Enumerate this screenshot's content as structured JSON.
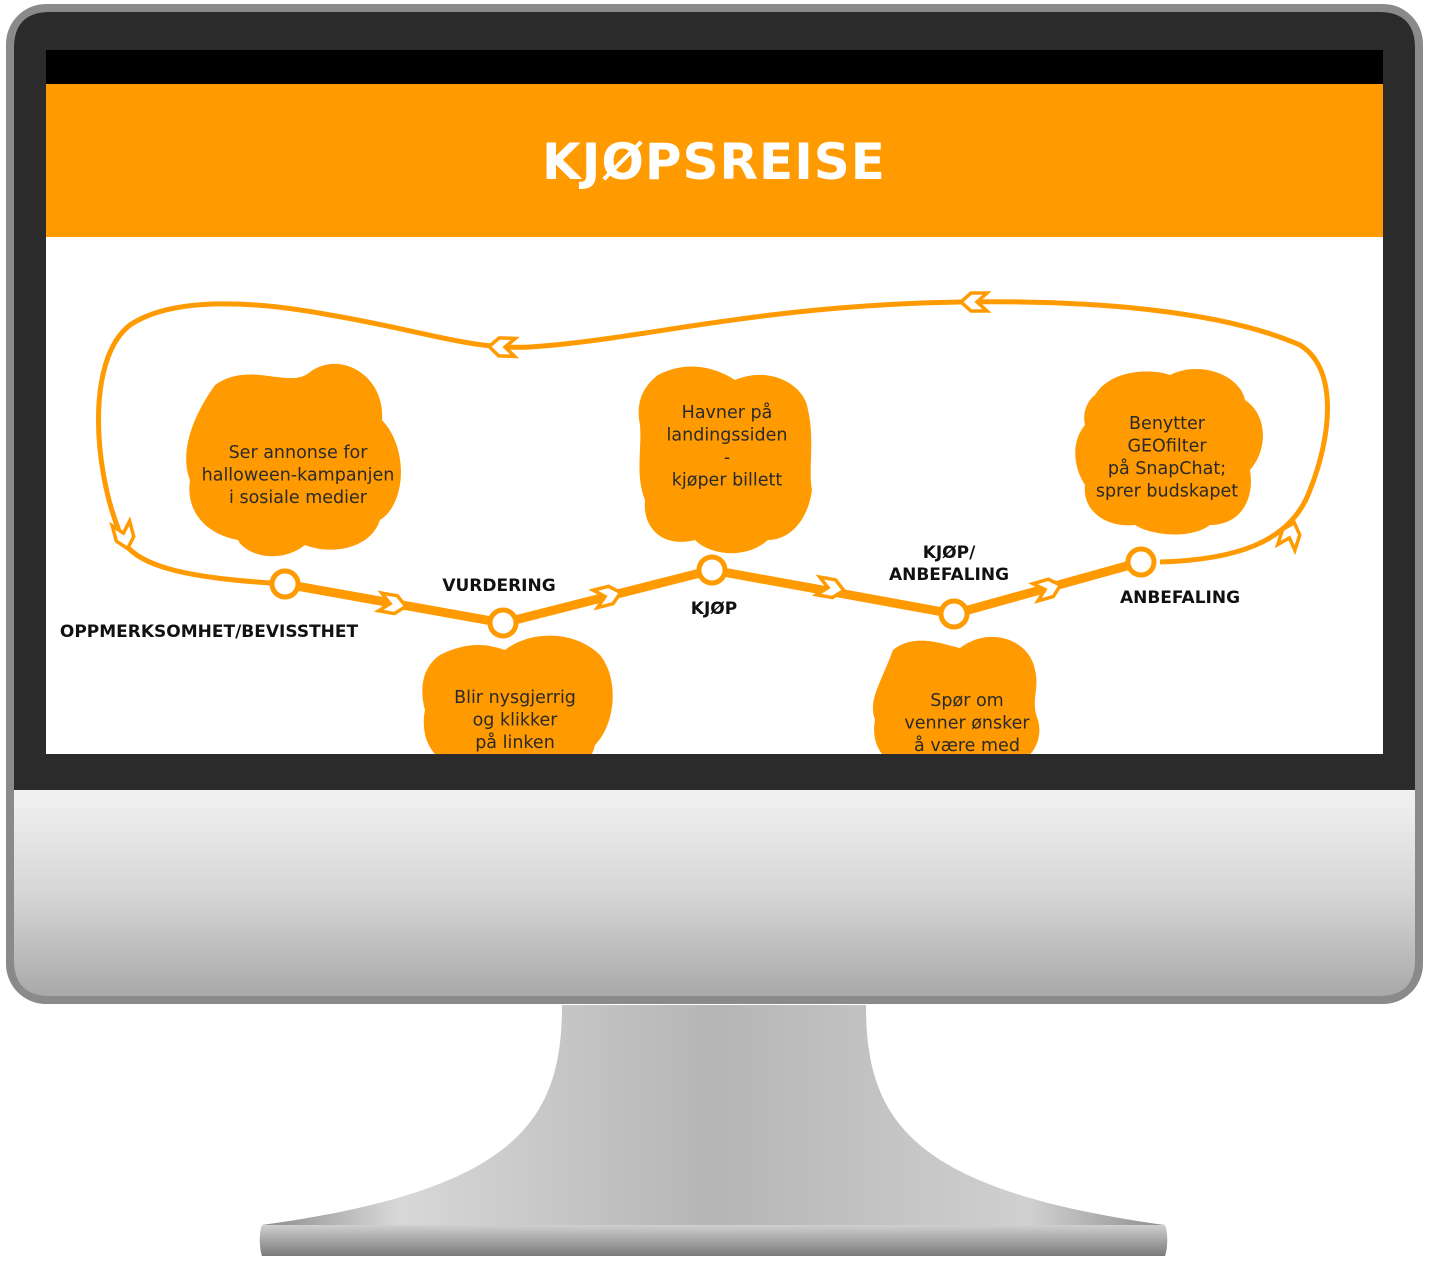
{
  "slide": {
    "title": "KJØPSREISE",
    "accent_color": "#FF9A00"
  },
  "stages": [
    {
      "id": "awareness",
      "label_lines": [
        "OPPMERKSOMHET/BEVISSTHET"
      ]
    },
    {
      "id": "consideration",
      "label_lines": [
        "VURDERING"
      ]
    },
    {
      "id": "purchase",
      "label_lines": [
        "KJØP"
      ]
    },
    {
      "id": "purchase-recommend",
      "label_lines": [
        "KJØP/",
        "ANBEFALING"
      ]
    },
    {
      "id": "recommend",
      "label_lines": [
        "ANBEFALING"
      ]
    }
  ],
  "clouds": [
    {
      "id": "awareness",
      "lines": [
        "Ser annonse for",
        "halloween-kampanjen",
        "i sosiale medier"
      ]
    },
    {
      "id": "consideration",
      "lines": [
        "Blir nysgjerrig",
        "og klikker",
        "på linken"
      ]
    },
    {
      "id": "purchase",
      "lines": [
        "Havner på",
        "landingssiden",
        "-",
        "kjøper billett"
      ]
    },
    {
      "id": "purchase-recommend",
      "lines": [
        "Spør om",
        "venner ønsker",
        "å være med"
      ]
    },
    {
      "id": "recommend",
      "lines": [
        "Benytter",
        "GEOfilter",
        "på SnapChat;",
        "sprer budskapet"
      ]
    }
  ]
}
